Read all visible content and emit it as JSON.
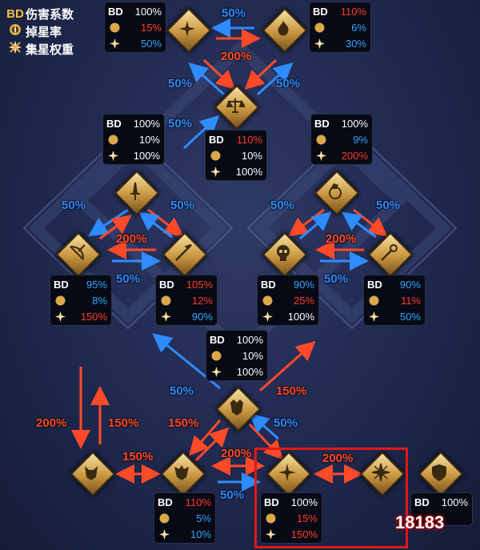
{
  "legend": {
    "bd_key": "BD",
    "bd_label": "伤害系数",
    "drop_label": "掉星率",
    "gather_label": "集星权重"
  },
  "stats": {
    "s1": {
      "bd": "BD",
      "v1": "100%",
      "v2": "15%",
      "v3": "50%"
    },
    "s2": {
      "bd": "BD",
      "v1": "110%",
      "v2": "6%",
      "v3": "30%"
    },
    "s3": {
      "bd": "BD",
      "v1": "100%",
      "v2": "10%",
      "v3": "100%"
    },
    "s4": {
      "bd": "BD",
      "v1": "110%",
      "v2": "10%",
      "v3": "100%"
    },
    "s5": {
      "bd": "BD",
      "v1": "100%",
      "v2": "9%",
      "v3": "200%"
    },
    "s6": {
      "bd": "BD",
      "v1": "95%",
      "v2": "8%",
      "v3": "150%"
    },
    "s7": {
      "bd": "BD",
      "v1": "105%",
      "v2": "12%",
      "v3": "90%"
    },
    "s8": {
      "bd": "BD",
      "v1": "90%",
      "v2": "25%",
      "v3": "100%"
    },
    "s9": {
      "bd": "BD",
      "v1": "90%",
      "v2": "11%",
      "v3": "50%"
    },
    "s10": {
      "bd": "BD",
      "v1": "100%",
      "v2": "10%",
      "v3": "100%"
    },
    "s11": {
      "bd": "BD",
      "v1": "110%",
      "v2": "5%",
      "v3": "10%"
    },
    "s12": {
      "bd": "BD",
      "v1": "100%",
      "v2": "15%",
      "v3": "150%"
    },
    "s13": {
      "bd": "BD",
      "v1": "100%"
    }
  },
  "arrows": {
    "a1": "50%",
    "a2": "200%",
    "a3": "50%",
    "a4": "50%",
    "a5": "50%",
    "a6": "50%",
    "a7": "50%",
    "a8": "200%",
    "a9": "50%",
    "a10": "50%",
    "a11": "50%",
    "a12": "200%",
    "a13": "50%",
    "a14": "50%",
    "a15": "150%",
    "a16": "200%",
    "a17": "150%",
    "a18": "150%",
    "a19": "150%",
    "a20": "200%",
    "a21": "50%",
    "a22": "50%",
    "a23": "200%"
  },
  "nodes": [
    "cross-icon",
    "fire-icon",
    "scales-icon",
    "sword-icon",
    "horse-icon",
    "bow-icon",
    "spear-icon",
    "skull-icon",
    "staff-icon",
    "beast-icon",
    "wolf-icon",
    "dragon-icon",
    "star-icon",
    "compass-star-icon",
    "shield-icon"
  ],
  "watermark": "18183",
  "colors": {
    "red": "#ff3b2b",
    "blue": "#35a4ff",
    "gold": "#d9a94a",
    "highlight": "#e01818"
  }
}
